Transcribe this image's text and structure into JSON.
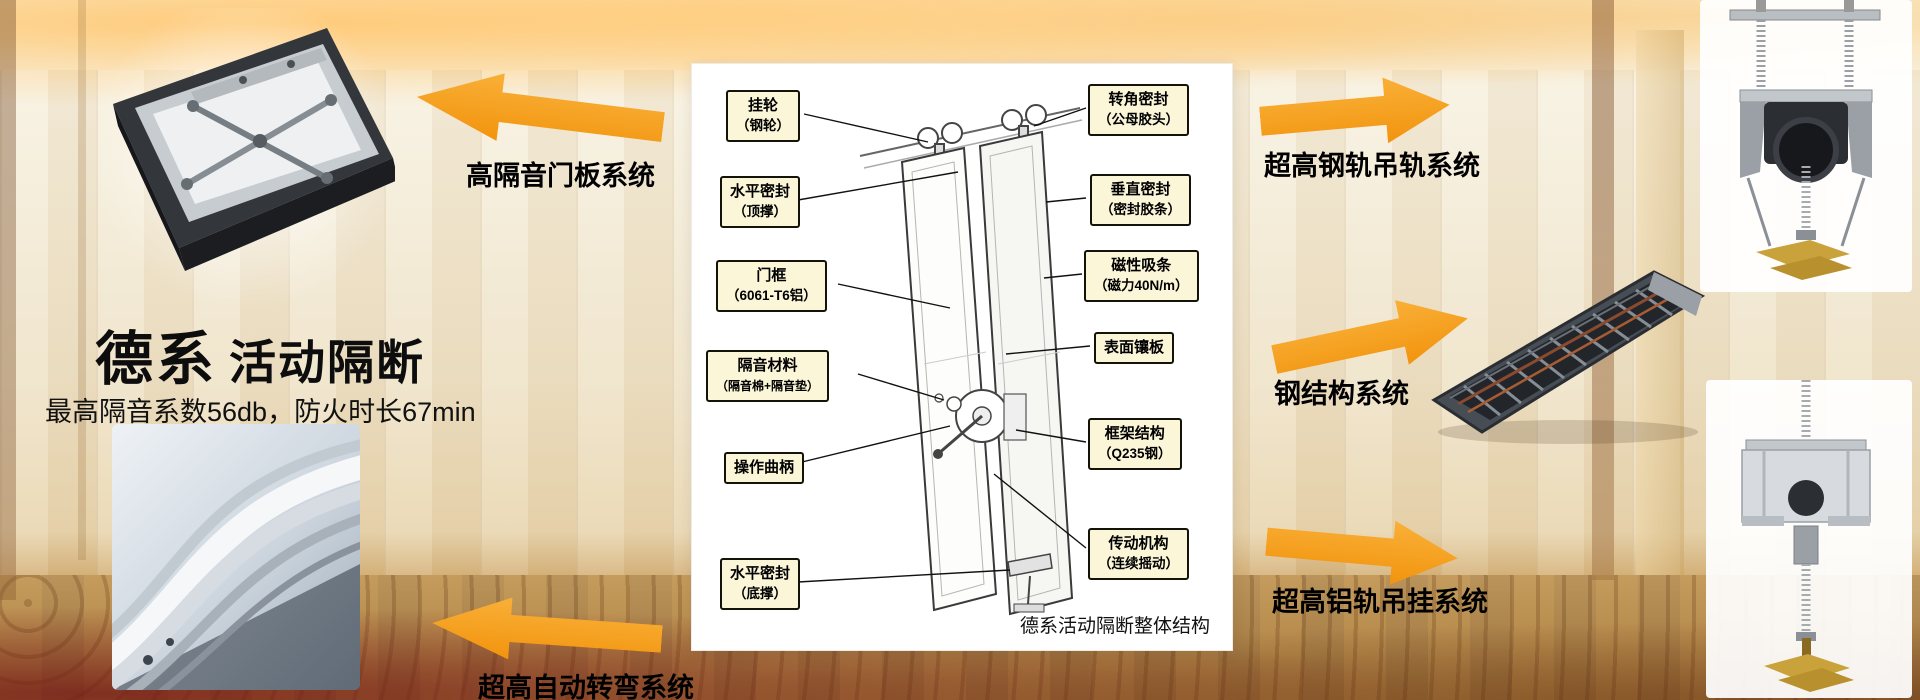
{
  "brand": {
    "title": "德系",
    "title2": "活动隔断",
    "subtitle": "最高隔音系数56db，防火时长67min"
  },
  "systems": {
    "door_panel": "高隔音门板系统",
    "auto_turn": "超高自动转弯系统",
    "steel_rail": "超高钢轨吊轨系统",
    "steel_structure": "钢结构系统",
    "alu_rail": "超高铝轨吊挂系统"
  },
  "diagram": {
    "caption": "德系活动隔断整体结构",
    "left_labels": [
      {
        "line1": "挂轮",
        "line2": "（钢轮）"
      },
      {
        "line1": "水平密封",
        "line2": "（顶撑）"
      },
      {
        "line1": "门框",
        "line2": "（6061-T6铝）"
      },
      {
        "line1": "隔音材料",
        "line2": "（隔音棉+隔音垫）"
      },
      {
        "line1": "操作曲柄",
        "line2": ""
      },
      {
        "line1": "水平密封",
        "line2": "（底撑）"
      }
    ],
    "right_labels": [
      {
        "line1": "转角密封",
        "line2": "（公母胶头）"
      },
      {
        "line1": "垂直密封",
        "line2": "（密封胶条）"
      },
      {
        "line1": "磁性吸条",
        "line2": "（磁力40N/m）"
      },
      {
        "line1": "表面镶板",
        "line2": ""
      },
      {
        "line1": "框架结构",
        "line2": "（Q235钢）"
      },
      {
        "line1": "传动机构",
        "line2": "（连续摇动）"
      }
    ]
  },
  "colors": {
    "arrow_orange": "#F5A01C",
    "callout_background": "#FCF6D9",
    "callout_border": "#14130A",
    "carpet_gold": "#C19A5B",
    "carpet_maroon": "#76201A"
  }
}
